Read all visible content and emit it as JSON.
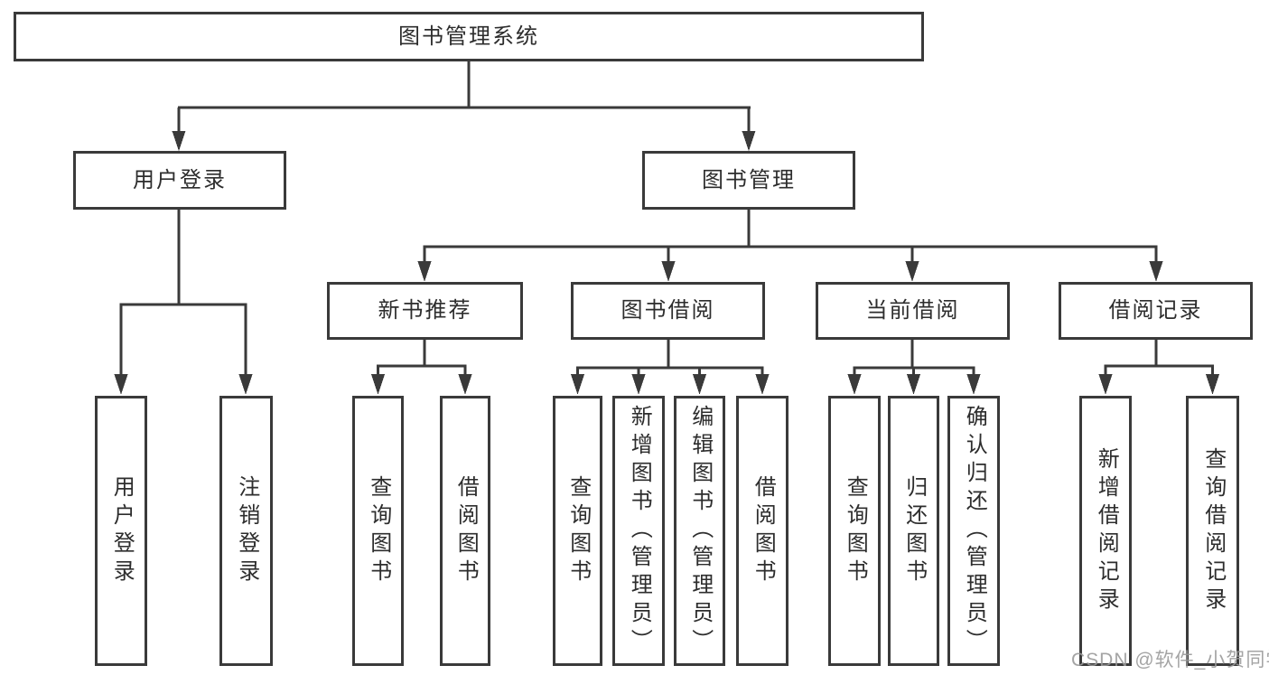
{
  "colors": {
    "line": "#3a3a3a",
    "box_border": "#3a3a3a",
    "text": "#2d2d2d",
    "watermark": "#9a9a9a",
    "background": "#ffffff"
  },
  "watermark": "CSDN @软件_小贺同学",
  "tree": {
    "root": {
      "label": "图书管理系统"
    },
    "children": [
      {
        "label": "用户登录",
        "children": [
          {
            "label": "用户登录"
          },
          {
            "label": "注销登录"
          }
        ]
      },
      {
        "label": "图书管理",
        "children": [
          {
            "label": "新书推荐",
            "children": [
              {
                "label": "查询图书"
              },
              {
                "label": "借阅图书"
              }
            ]
          },
          {
            "label": "图书借阅",
            "children": [
              {
                "label": "查询图书"
              },
              {
                "label": "新增图书（管理员）"
              },
              {
                "label": "编辑图书（管理员）"
              },
              {
                "label": "借阅图书"
              }
            ]
          },
          {
            "label": "当前借阅",
            "children": [
              {
                "label": "查询图书"
              },
              {
                "label": "归还图书"
              },
              {
                "label": "确认归还（管理员）"
              }
            ]
          },
          {
            "label": "借阅记录",
            "children": [
              {
                "label": "新增借阅记录"
              },
              {
                "label": "查询借阅记录"
              }
            ]
          }
        ]
      }
    ]
  }
}
